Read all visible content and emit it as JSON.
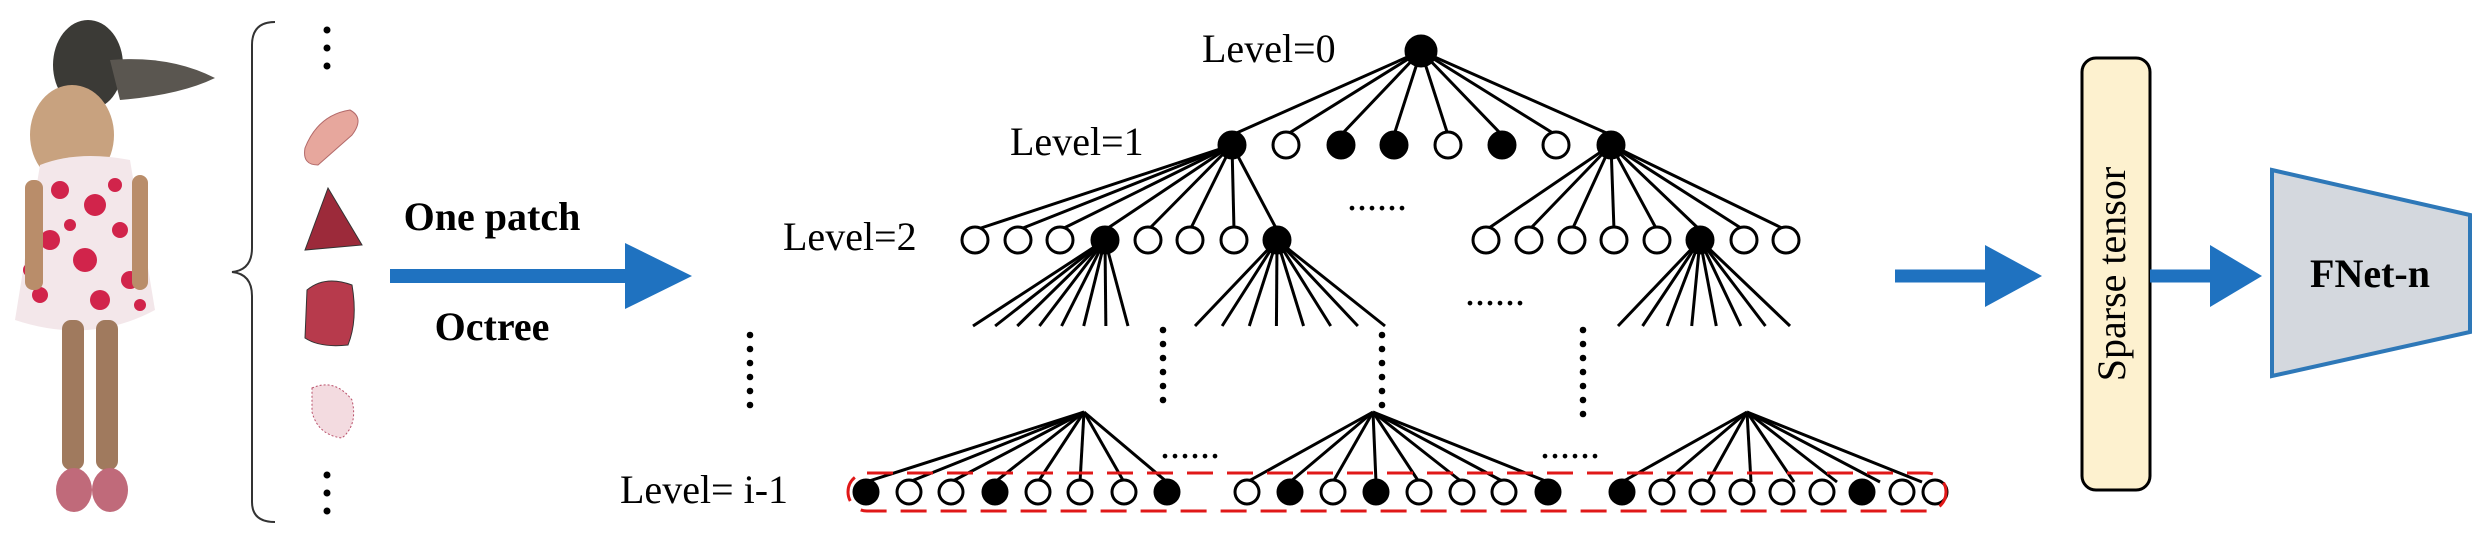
{
  "patch_label": "One patch",
  "octree_label": "Octree",
  "levels": {
    "level0": "Level=0",
    "level1": "Level=1",
    "level2": "Level=2",
    "level_last": "Level= i-1"
  },
  "ellipsis": "......",
  "sparse_tensor": "Sparse tensor",
  "fnet": "FNet-n",
  "level1_occupancy": [
    1,
    0,
    1,
    1,
    0,
    1,
    0,
    1
  ],
  "level2_left_occupancy": [
    0,
    0,
    0,
    1,
    0,
    0,
    0,
    1
  ],
  "level2_right_occupancy": [
    0,
    0,
    0,
    0,
    0,
    1,
    0,
    0
  ],
  "last_level_groups": [
    [
      1,
      0,
      0,
      1,
      0,
      0,
      0,
      1
    ],
    [
      0,
      1,
      0,
      1,
      0,
      0,
      0,
      1
    ],
    [
      1,
      0,
      0,
      0,
      0,
      0,
      1,
      0,
      0
    ]
  ],
  "colors": {
    "arrow": "#1f72c0",
    "tensor_fill": "#fdf1cf",
    "fnet_fill": "#d4d8de",
    "fnet_stroke": "#2e78b8",
    "dash": "#e01818",
    "dress_red": "#d1244b"
  }
}
